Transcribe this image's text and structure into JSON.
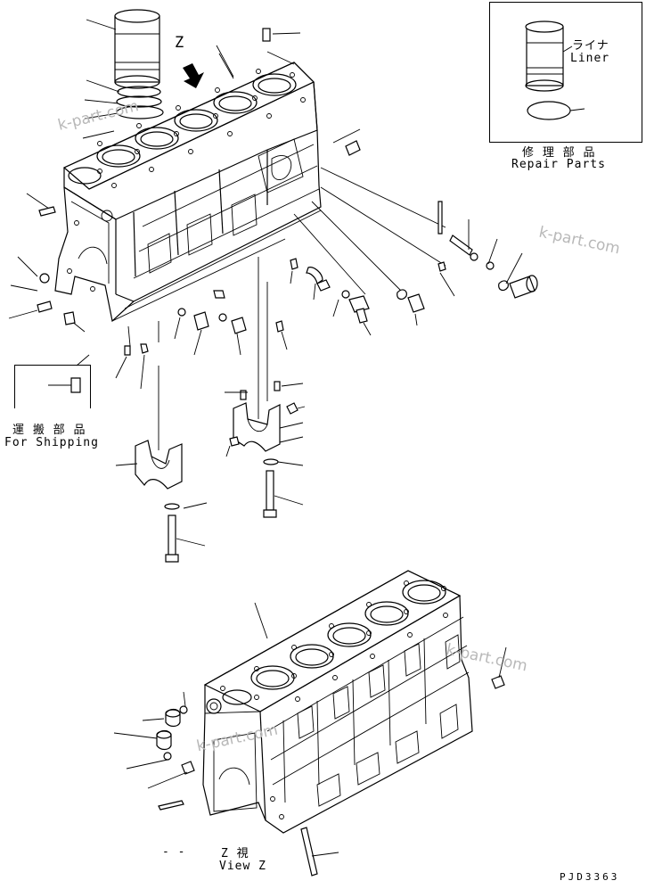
{
  "repair_parts": {
    "liner_jp": "ライナ",
    "liner_en": "Liner",
    "title_jp": "修 理 部 品",
    "title_en": "Repair Parts"
  },
  "shipping": {
    "title_jp": "運 搬 部 品",
    "title_en": "For Shipping"
  },
  "view": {
    "arrow_letter": "Z",
    "label_jp": "Z  視",
    "label_en": "View Z",
    "dash_marks": "-   -"
  },
  "watermark": "k-part.com",
  "drawing_code": "PJD3363"
}
